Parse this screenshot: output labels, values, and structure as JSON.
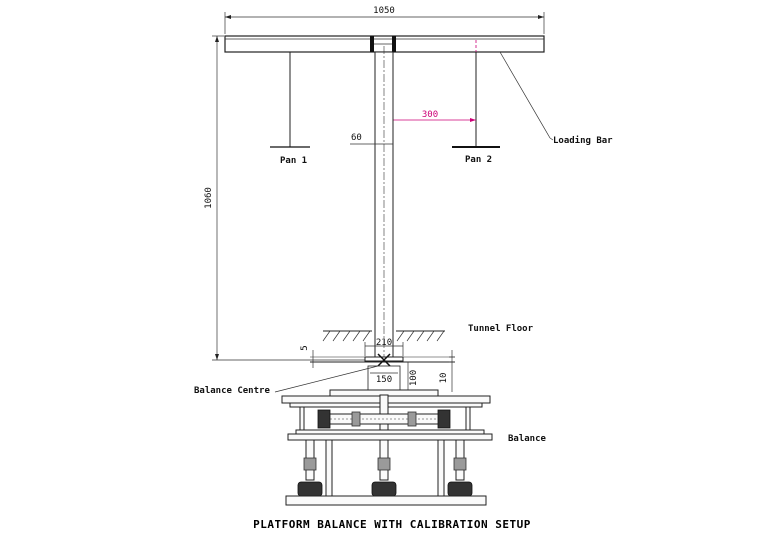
{
  "title": "PLATFORM BALANCE WITH CALIBRATION SETUP",
  "labels": {
    "loading_bar": "Loading Bar",
    "pan1": "Pan 1",
    "pan2": "Pan 2",
    "tunnel_floor": "Tunnel Floor",
    "balance_centre": "Balance Centre",
    "balance": "Balance"
  },
  "dimensions": {
    "bar_length": "1050",
    "height": "1060",
    "arm": "300",
    "rod": "60",
    "plate": "210",
    "base": "150",
    "depth": "100",
    "gap": "5",
    "thickness": "10"
  },
  "colors": {
    "line": "#222222",
    "arm_dimension": "#cc0077"
  }
}
